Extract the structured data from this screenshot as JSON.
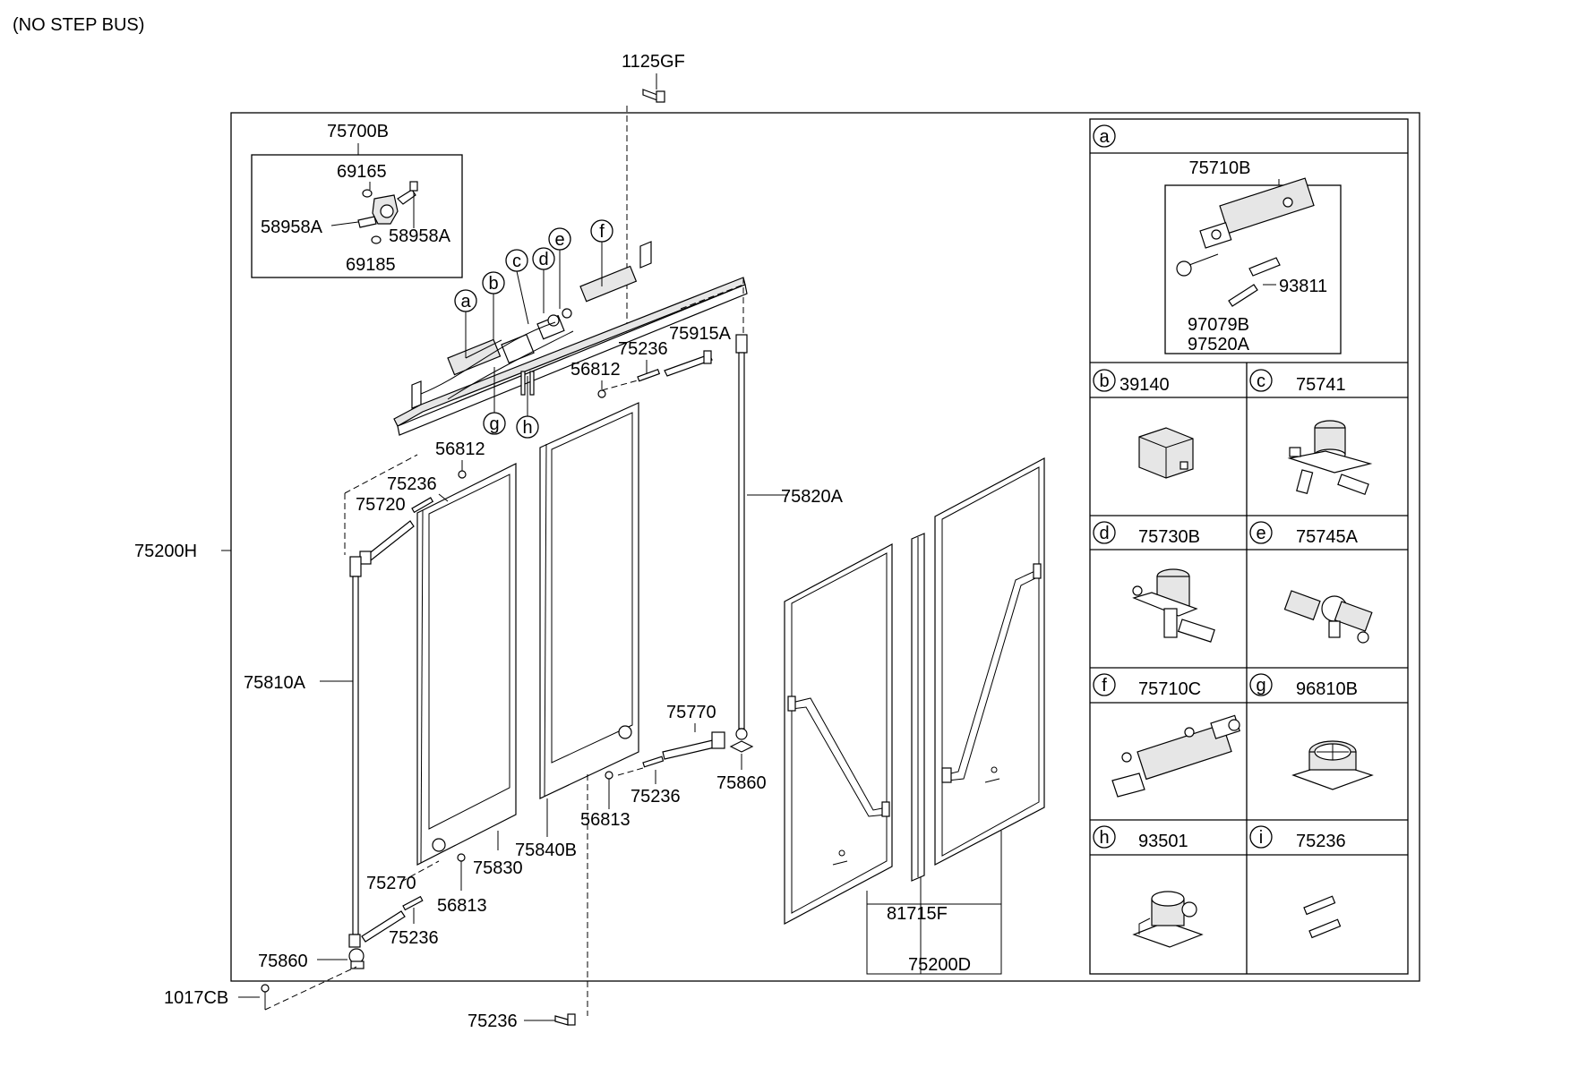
{
  "header_note": "(NO STEP BUS)",
  "part_labels": {
    "p1125GF": "1125GF",
    "p75700B": "75700B",
    "p69165": "69165",
    "p58958A_left": "58958A",
    "p58958A_right": "58958A",
    "p69185": "69185",
    "p75915A": "75915A",
    "p75236_top": "75236",
    "p56812_top": "56812",
    "p56812_left": "56812",
    "p75236_left": "75236",
    "p75720": "75720",
    "p75820A": "75820A",
    "p75200H": "75200H",
    "p75810A": "75810A",
    "p75770": "75770",
    "p75860_right": "75860",
    "p75236_mid": "75236",
    "p56813_mid": "56813",
    "p75840B": "75840B",
    "p75830": "75830",
    "p75270": "75270",
    "p56813_low": "56813",
    "p75236_low": "75236",
    "p75860_left": "75860",
    "p1017CB": "1017CB",
    "p75236_bottom": "75236",
    "p81715F": "81715F",
    "p75200D": "75200D"
  },
  "callouts": [
    "a",
    "b",
    "c",
    "d",
    "e",
    "f",
    "g",
    "h"
  ],
  "detail_panels": [
    {
      "letter": "a",
      "part": "75710B",
      "extras": [
        "93811",
        "97079B",
        "97520A"
      ]
    },
    {
      "letter": "b",
      "part": "39140"
    },
    {
      "letter": "c",
      "part": "75741"
    },
    {
      "letter": "d",
      "part": "75730B"
    },
    {
      "letter": "e",
      "part": "75745A"
    },
    {
      "letter": "f",
      "part": "75710C"
    },
    {
      "letter": "g",
      "part": "96810B"
    },
    {
      "letter": "h",
      "part": "93501"
    },
    {
      "letter": "i",
      "part": "75236"
    }
  ]
}
